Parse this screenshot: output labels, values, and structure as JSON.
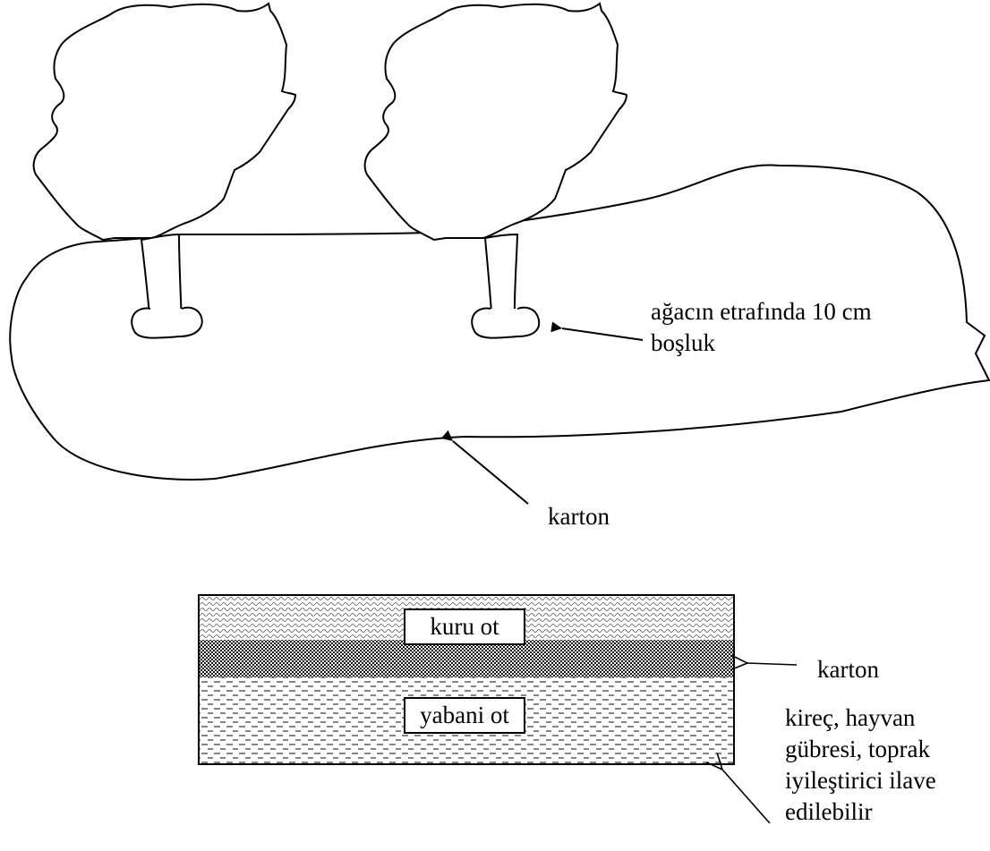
{
  "top_illustration": {
    "gap_label_line1": "ağacın etrafında 10 cm",
    "gap_label_line2": "boşluk",
    "cardboard_label": "karton"
  },
  "layers_diagram": {
    "top_layer_label": "kuru ot",
    "middle_layer_label": "karton",
    "bottom_layer_label": "yabani ot",
    "additives_label_lines": [
      "kireç, hayvan",
      "gübresi, toprak",
      "iyileştirici ilave",
      "edilebilir"
    ]
  }
}
